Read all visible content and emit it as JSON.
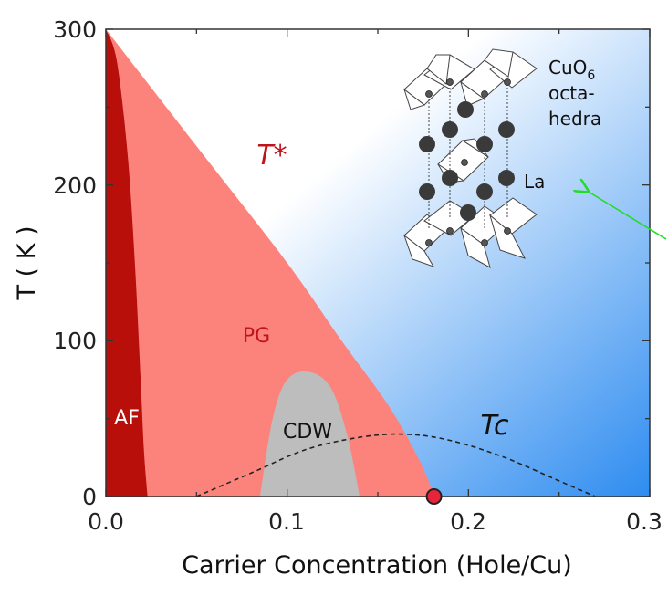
{
  "chart_data": {
    "type": "area",
    "xlabel": "Carrier Concentration (Hole/Cu)",
    "ylabel": "T ( K )",
    "xlim": [
      0,
      0.3
    ],
    "ylim": [
      0,
      300
    ],
    "x_ticks": [
      "0.0",
      "0.1",
      "0.2",
      "0.3"
    ],
    "y_ticks": [
      "0",
      "100",
      "200",
      "300"
    ],
    "grid": false,
    "regions": [
      {
        "label": "AF",
        "color": "#b80f0a",
        "boundary_x": [
          0.0,
          0.006,
          0.012,
          0.016,
          0.019,
          0.021,
          0.023
        ],
        "boundary_y": [
          300,
          280,
          220,
          150,
          80,
          30,
          0
        ]
      },
      {
        "label": "PG",
        "color": "#fc837b",
        "boundary_x": [
          0.0,
          0.05,
          0.1,
          0.13,
          0.155,
          0.17,
          0.178,
          0.181
        ],
        "boundary_y": [
          300,
          225,
          150,
          100,
          60,
          30,
          10,
          0
        ]
      },
      {
        "label": "CDW",
        "color": "#bdbdbd",
        "boundary_x": [
          0.085,
          0.092,
          0.1,
          0.112,
          0.124,
          0.133,
          0.14
        ],
        "boundary_y": [
          0,
          50,
          75,
          80,
          70,
          40,
          0
        ]
      }
    ],
    "lines": [
      {
        "label": "T*",
        "style": "solid",
        "color": "#c0392b"
      },
      {
        "label": "Tc",
        "style": "dashed",
        "color": "#222222",
        "x": [
          0.05,
          0.08,
          0.11,
          0.14,
          0.165,
          0.19,
          0.22,
          0.25,
          0.27
        ],
        "y": [
          0,
          15,
          30,
          38,
          40,
          36,
          25,
          10,
          0
        ]
      }
    ],
    "points": [
      {
        "x": 0.181,
        "y": 0,
        "color": "#e8233c"
      }
    ],
    "background_gradient": [
      "#ffffff",
      "#2e8cf0"
    ],
    "inset": {
      "label_octahedra": [
        "CuO",
        "6",
        "octa-",
        "hedra"
      ],
      "label_la": "La",
      "arrow_color": "#22dd22"
    }
  }
}
